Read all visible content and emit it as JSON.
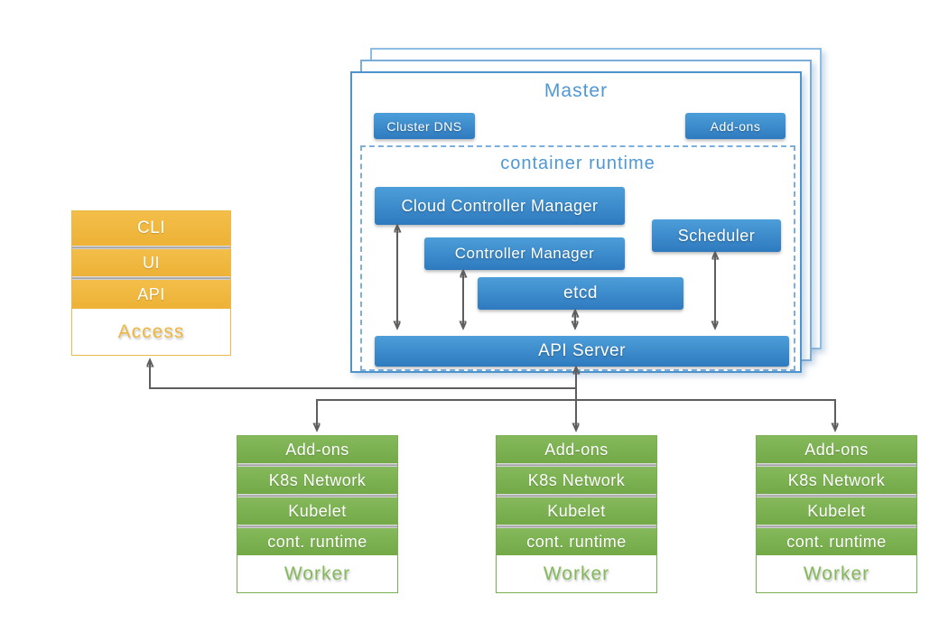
{
  "master": {
    "title": "Master",
    "cluster_dns": "Cluster DNS",
    "addons": "Add-ons",
    "container_runtime": {
      "title": "container runtime",
      "components": {
        "cloud_controller_manager": "Cloud Controller Manager",
        "controller_manager": "Controller Manager",
        "scheduler": "Scheduler",
        "etcd": "etcd",
        "api_server": "API Server"
      }
    }
  },
  "access": {
    "items": [
      "CLI",
      "UI",
      "API"
    ],
    "label": "Access"
  },
  "workers": [
    {
      "rows": [
        "Add-ons",
        "K8s Network",
        "Kubelet",
        "cont. runtime"
      ],
      "label": "Worker"
    },
    {
      "rows": [
        "Add-ons",
        "K8s Network",
        "Kubelet",
        "cont. runtime"
      ],
      "label": "Worker"
    },
    {
      "rows": [
        "Add-ons",
        "K8s Network",
        "Kubelet",
        "cont. runtime"
      ],
      "label": "Worker"
    }
  ],
  "colors": {
    "blue_box_top": "#4C9ED9",
    "blue_box_bottom": "#2E7ABF",
    "blue_border": "#4E93CC",
    "blue_title_text": "#4E98D5",
    "orange_box": "#F0B840",
    "orange_text": "#EFB73E",
    "green_box": "#7CB152",
    "green_text": "#85B95C",
    "arrow_gray": "#5E5E5E"
  }
}
